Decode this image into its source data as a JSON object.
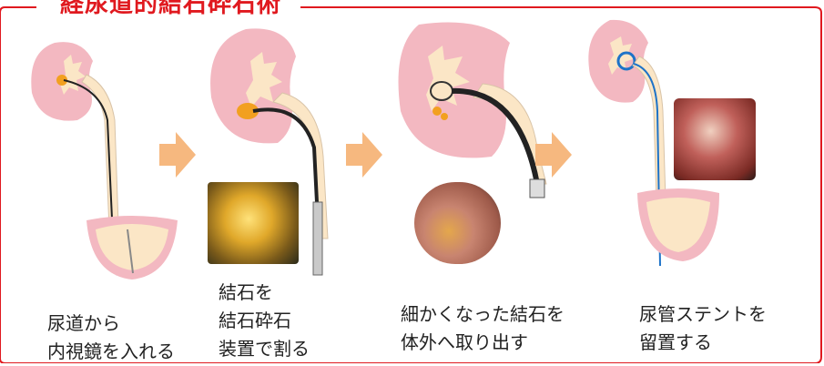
{
  "title": "経尿道的結石砕石術",
  "colors": {
    "accent": "#e0191f",
    "kidney": "#f3b8c1",
    "ureter": "#fbe6c6",
    "arrow": "#f6b87f"
  },
  "steps": [
    {
      "lines": [
        "尿道から",
        "内視鏡を入れる"
      ]
    },
    {
      "lines": [
        "結石を",
        "結石砕石",
        "装置で割る"
      ]
    },
    {
      "lines": [
        "細かくなった結石を",
        "体外へ取り出す"
      ]
    },
    {
      "lines": [
        "尿管ステントを",
        "留置する"
      ]
    }
  ]
}
